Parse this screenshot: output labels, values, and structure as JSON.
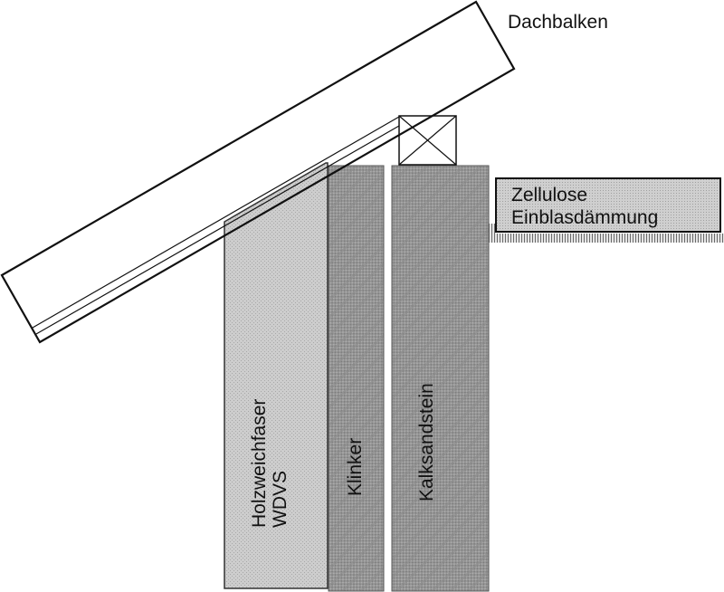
{
  "labels": {
    "roof_beam": "Dachbalken",
    "insulation_line1": "Zellulose",
    "insulation_line2": "Einblasdämmung",
    "wood_fiber_line1": "Holzweichfaser",
    "wood_fiber_line2": "WDVS",
    "clinker": "Klinker",
    "sand_lime_brick": "Kalksandstein"
  },
  "colors": {
    "background": "#ffffff",
    "stroke": "#111111",
    "wood_fiber_fill": "#c8c8c8",
    "masonry_fill": "#9a9a9a",
    "insulation_fill": "#c4c4c4",
    "ceiling_strip_fill": "#8a8a8a"
  }
}
